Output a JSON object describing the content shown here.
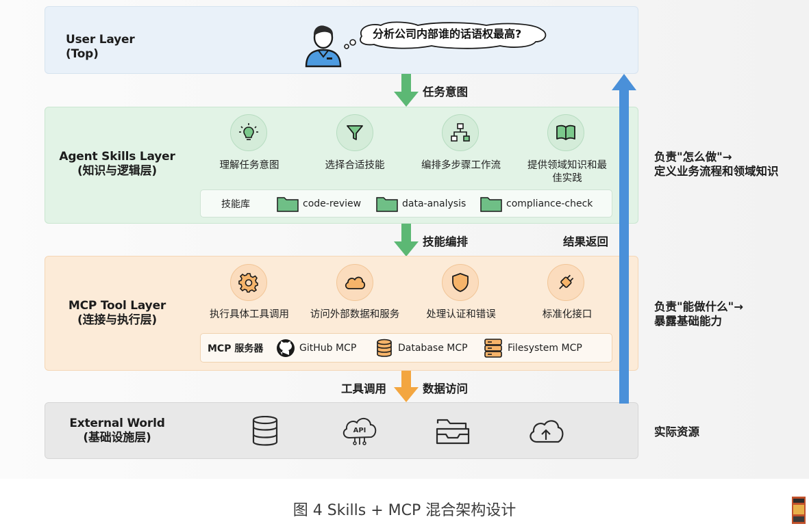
{
  "layers": {
    "user": {
      "title": "User Layer (Top)",
      "question": "分析公司内部谁的话语权最高?"
    },
    "agent": {
      "title": "Agent Skills Layer",
      "subtitle": "(知识与逻辑层)",
      "capabilities": [
        {
          "icon": "lightbulb-icon",
          "label": "理解任务意图"
        },
        {
          "icon": "filter-icon",
          "label": "选择合适技能"
        },
        {
          "icon": "workflow-icon",
          "label": "编排多步骤工作流"
        },
        {
          "icon": "book-icon",
          "label": "提供领域知识和最佳实践"
        }
      ],
      "library": {
        "label": "技能库",
        "items": [
          "code-review",
          "data-analysis",
          "compliance-check"
        ]
      }
    },
    "mcp": {
      "title": "MCP Tool Layer",
      "subtitle": "(连接与执行层)",
      "capabilities": [
        {
          "icon": "gear-icon",
          "label": "执行具体工具调用"
        },
        {
          "icon": "cloud-icon",
          "label": "访问外部数据和服务"
        },
        {
          "icon": "shield-icon",
          "label": "处理认证和错误"
        },
        {
          "icon": "plug-icon",
          "label": "标准化接口"
        }
      ],
      "servers": {
        "label": "MCP 服务器",
        "items": [
          {
            "icon": "github-icon",
            "label": "GitHub MCP"
          },
          {
            "icon": "database-icon",
            "label": "Database MCP"
          },
          {
            "icon": "server-icon",
            "label": "Filesystem MCP"
          }
        ]
      }
    },
    "external": {
      "title": "External World",
      "subtitle": "(基础设施层)",
      "icons": [
        "database-icon",
        "api-cloud-icon",
        "folder-inbox-icon",
        "cloud-upload-icon"
      ]
    }
  },
  "arrows": {
    "intent": "任务意图",
    "orchestration": "技能编排",
    "result": "结果返回",
    "tool_call": "工具调用",
    "data_access": "数据访问"
  },
  "side_notes": {
    "agent_line1": "负责\"怎么做\"→",
    "agent_line2": "定义业务流程和领域知识",
    "mcp_line1": "负责\"能做什么\"→",
    "mcp_line2": "暴露基础能力",
    "external": "实际资源"
  },
  "caption": "图 4 Skills + MCP 混合架构设计",
  "colors": {
    "user_bg": "#e9f1f9",
    "agent_bg": "#e2f3e6",
    "mcp_bg": "#fcebd8",
    "external_bg": "#e8e8e8",
    "green_arrow": "#5cb874",
    "orange_arrow": "#f3a640",
    "blue_arrow": "#4a90d9"
  }
}
